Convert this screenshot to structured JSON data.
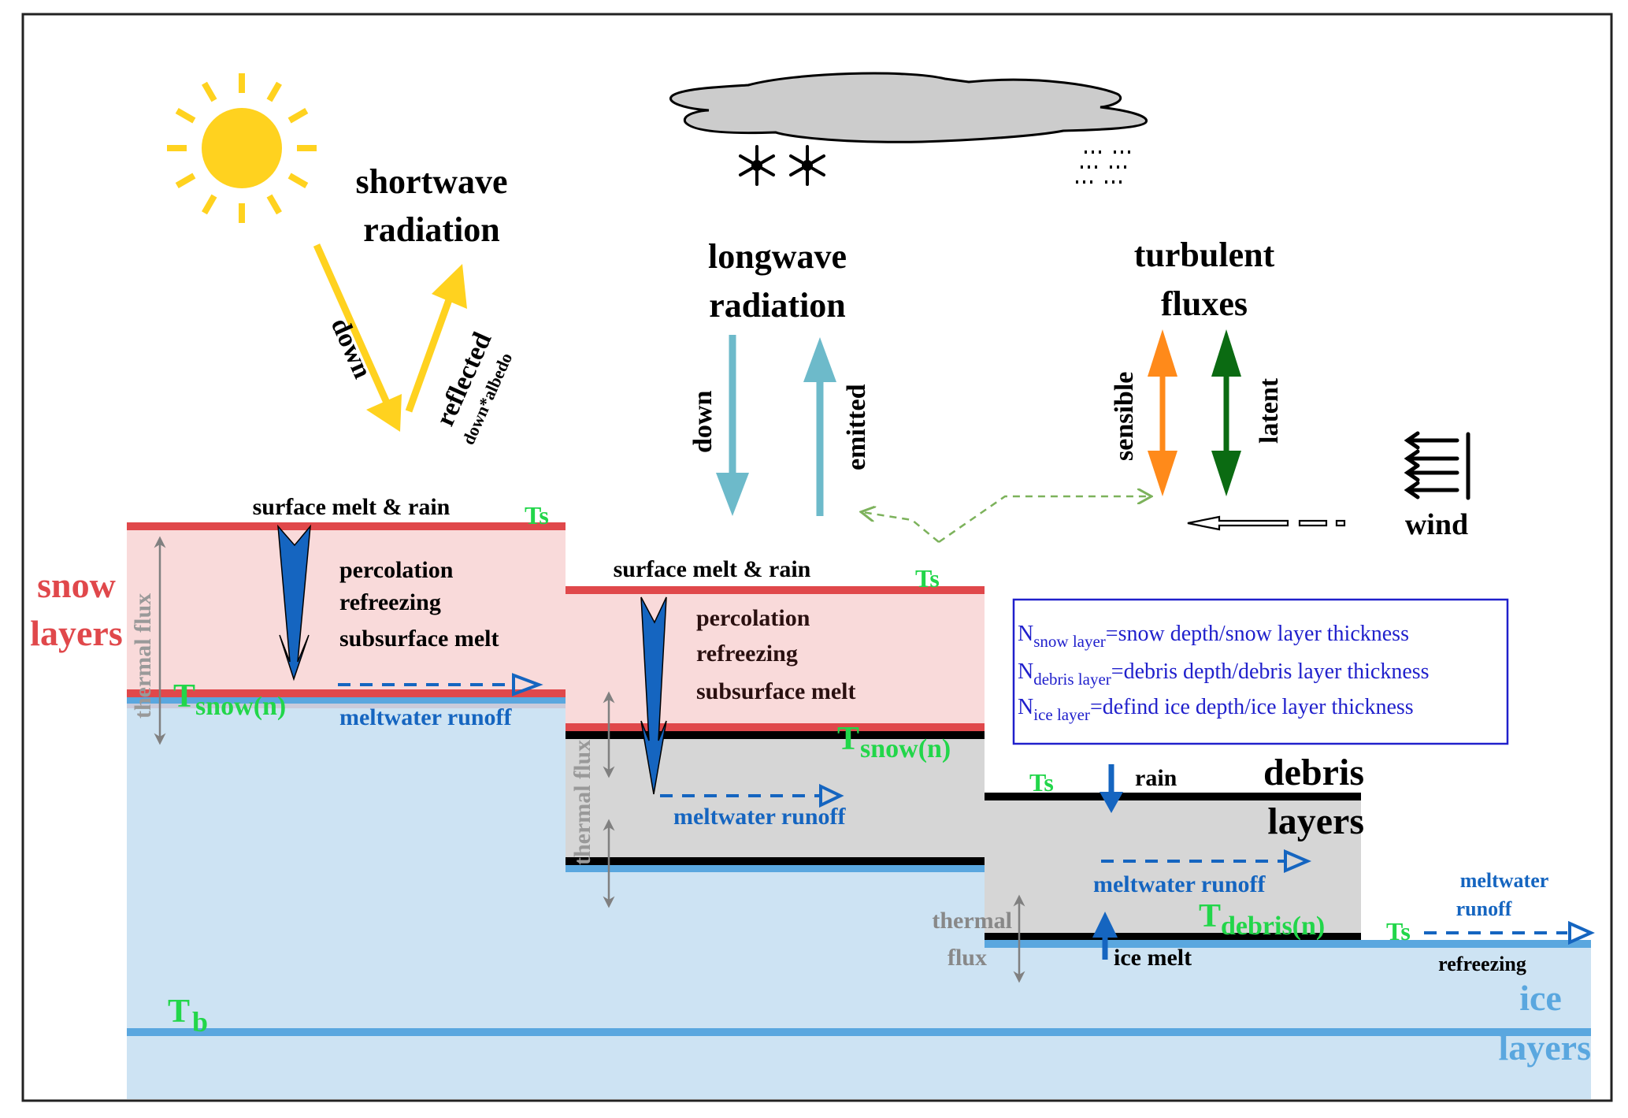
{
  "shortwave": {
    "title_line1": "shortwave",
    "title_line2": "radiation",
    "down_label": "down",
    "reflected_label": "reflected",
    "reflected_sub": "down*albedo"
  },
  "longwave": {
    "title_line1": "longwave",
    "title_line2": "radiation",
    "down_label": "down",
    "emitted_label": "emitted"
  },
  "turbulent": {
    "title_line1": "turbulent",
    "title_line2": "fluxes",
    "sensible_label": "sensible",
    "latent_label": "latent"
  },
  "wind": {
    "label": "wind"
  },
  "snow_block": {
    "side_label_line1": "snow",
    "side_label_line2": "layers",
    "surface_label": "surface melt & rain",
    "process_line1": "percolation",
    "process_line2": "refreezing",
    "process_line3": "subsurface melt",
    "runoff_label": "meltwater runoff",
    "thermal_label": "thermal flux",
    "ts_label": "Ts",
    "tn_main": "T",
    "tn_sub": "snow(n)"
  },
  "snow_debris_block": {
    "surface_label": "surface melt & rain",
    "process_line1": "percolation",
    "process_line2": "refreezing",
    "process_line3": "subsurface melt",
    "runoff_label": "meltwater runoff",
    "thermal_label": "thermal flux",
    "ts_label": "Ts",
    "tn_main": "T",
    "tn_sub": "snow(n)"
  },
  "debris_block": {
    "title_line1": "debris",
    "title_line2": "layers",
    "rain_label": "rain",
    "runoff_label": "meltwater runoff",
    "ice_melt_label": "ice melt",
    "thermal_line1": "thermal",
    "thermal_line2": "flux",
    "ts_label": "Ts",
    "tn_main": "T",
    "tn_sub": "debris(n)"
  },
  "ice_block": {
    "runoff_line1": "meltwater",
    "runoff_line2": "runoff",
    "refreezing_label": "refreezing",
    "side_label_line1": "ice",
    "side_label_line2": "layers",
    "ts_label": "Ts",
    "tb_main": "T",
    "tb_sub": "b"
  },
  "legend_box": {
    "rows": [
      {
        "main": "N",
        "sub": "snow layer",
        "text": "=snow depth/snow layer thickness"
      },
      {
        "main": "N",
        "sub": "debris layer",
        "text": "=debris depth/debris layer thickness"
      },
      {
        "main": "N",
        "sub": "ice layer",
        "text": "=defind ice depth/ice layer thickness"
      }
    ]
  },
  "colors": {
    "sun": "#FFD21F",
    "snow_fill": "#F9DADA",
    "snow_line": "#E0484B",
    "ice_fill": "#CDE3F3",
    "ice_line": "#5AA7DF",
    "debris_fill": "#D6D6D6",
    "debris_line": "#000000",
    "temp_label": "#22D64A",
    "runoff": "#1565C0",
    "longwave_arrow": "#6DBACA",
    "sensible": "#FF8A1A",
    "latent": "#0B6B12",
    "thermal": "#808080",
    "legend_text": "#2020CC",
    "cloud": "#CCCCCC",
    "guide_dash": "#7CB25B"
  }
}
